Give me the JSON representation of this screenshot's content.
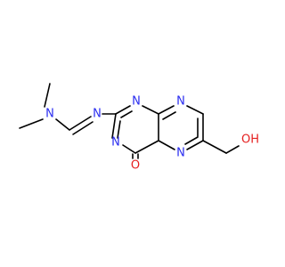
{
  "molecule": {
    "atoms": {
      "n_dimethylamino": {
        "label": "N",
        "color": "#2a2df0"
      },
      "n_imine": {
        "label": "N",
        "color": "#2a2df0"
      },
      "n1": {
        "label": "N",
        "color": "#2a2df0"
      },
      "n3": {
        "label": "N",
        "color": "#2a2df0"
      },
      "n5": {
        "label": "N",
        "color": "#2a2df0"
      },
      "n8": {
        "label": "N",
        "color": "#2a2df0"
      },
      "o_carbonyl": {
        "label": "O",
        "color": "#e52020"
      },
      "oh": {
        "label": "OH",
        "color": "#e52020"
      }
    }
  }
}
